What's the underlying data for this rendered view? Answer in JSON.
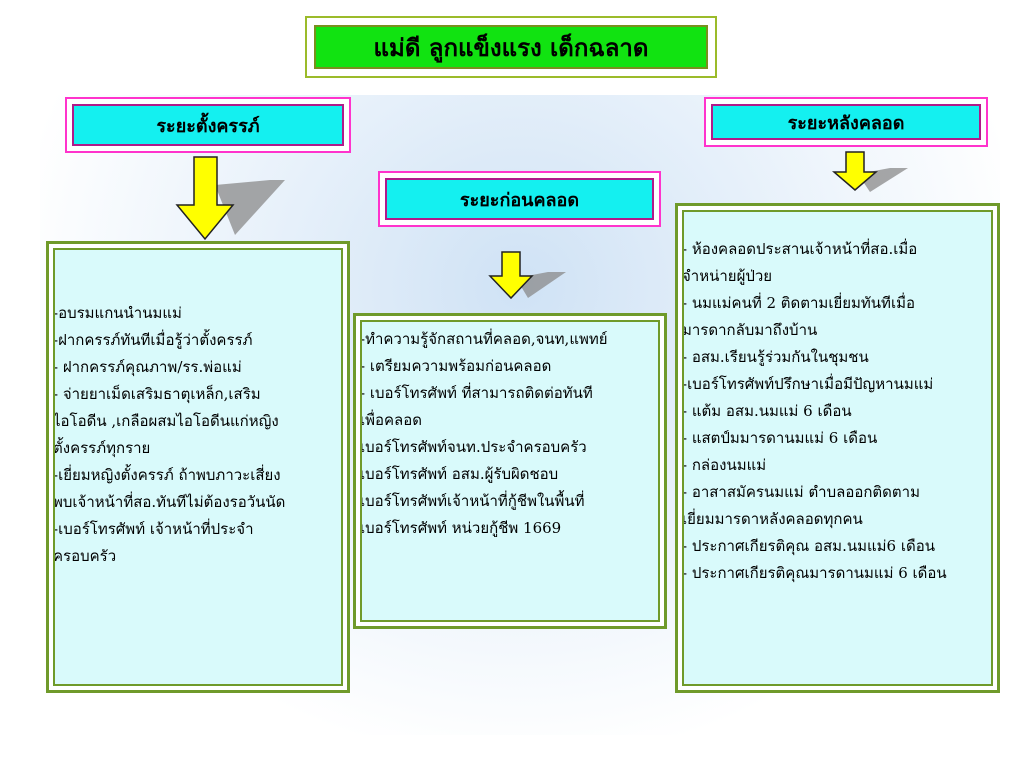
{
  "title": "แม่ดี ลูกแข็งแรง เด็กฉลาด",
  "phases": {
    "pregnancy": {
      "label": "ระยะตั้งครรภ์",
      "items": [
        "-อบรมแกนนำนมแม่",
        "-ฝากครรภ์ทันทีเมื่อรู้ว่าตั้งครรภ์",
        "- ฝากครรภ์คุณภาพ/รร.พ่อแม่",
        "- จ่ายยาเม็ดเสริมธาตุเหล็ก,เสริม",
        "ไอโอดีน ,เกลือผสมไอโอดีนแก่หญิง",
        "ตั้งครรภ์ทุกราย",
        "-เยี่ยมหญิงตั้งครรภ์  ถ้าพบภาวะเสี่ยง",
        "พบเจ้าหน้าที่สอ.ทันทีไม่ต้องรอวันนัด",
        "-เบอร์โทรศัพท์ เจ้าหน้าที่ประจำ",
        "ครอบครัว"
      ]
    },
    "before_delivery": {
      "label": "ระยะก่อนคลอด",
      "items": [
        "-ทำความรู้จักสถานที่คลอด,จนท,แพทย์",
        "- เตรียมความพร้อมก่อนคลอด",
        "- เบอร์โทรศัพท์ ที่สามารถติดต่อทันที",
        "เพื่อคลอด",
        " เบอร์โทรศัพท์จนท.ประจำครอบครัว",
        " เบอร์โทรศัพท์ อสม.ผู้รับผิดชอบ",
        " เบอร์โทรศัพท์เจ้าหน้าที่กู้ชีพในพื้นที่",
        " เบอร์โทรศัพท์ หน่วยกู้ชีพ 1669"
      ]
    },
    "after_delivery": {
      "label": "ระยะหลังคลอด",
      "items": [
        "- ห้องคลอดประสานเจ้าหน้าที่สอ.เมื่อ",
        "จำหน่ายผู้ป่วย",
        "- นมแม่คนที่ 2 ติดตามเยี่ยมทันทีเมื่อ",
        "มารดากลับมาถึงบ้าน",
        "- อสม.เรียนรู้ร่วมกันในชุมชน",
        "-เบอร์โทรศัพท์ปรึกษาเมื่อมีปัญหานมแม่",
        "- แต้ม อสม.นมแม่ 6 เดือน",
        "- แสตป์มมารดานมแม่ 6 เดือน",
        "- กล่องนมแม่",
        "- อาสาสมัครนมแม่ ตำบลออกติดตาม",
        "เยี่ยมมารดาหลังคลอดทุกคน",
        "- ประกาศเกียรติคุณ อสม.นมแม่6 เดือน",
        "- ประกาศเกียรติคุณมารดานมแม่ 6 เดือน"
      ]
    }
  },
  "colors": {
    "title_fill": "#11e311",
    "phase_fill": "#14f0f0",
    "phase_border": "#ff33cc",
    "panel_fill": "#d9fafb",
    "panel_border": "#6f9a2a",
    "arrow_fill": "#ffff00"
  }
}
